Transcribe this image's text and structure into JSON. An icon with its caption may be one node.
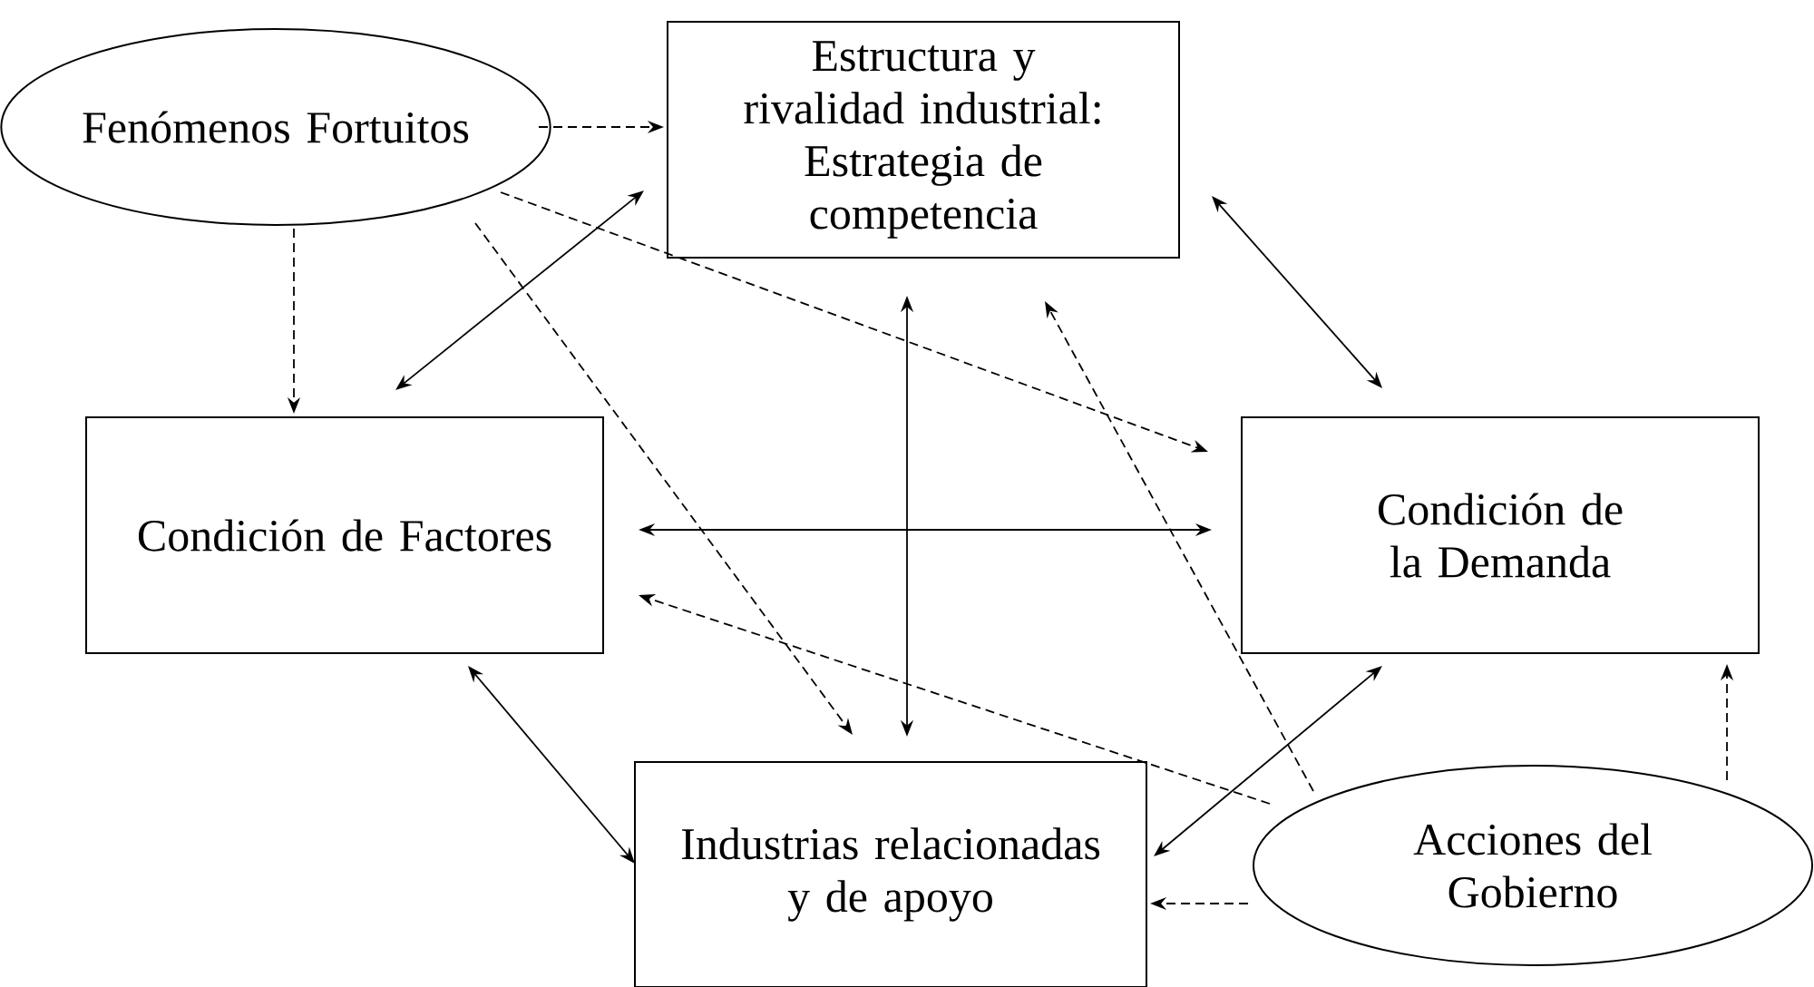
{
  "diagram": {
    "nodes": [
      {
        "text": [
          "Fenómenos Fortuitos"
        ]
      },
      {
        "text": [
          "Estructura y rivalidad industrial:",
          "Estrategia de competencia"
        ]
      },
      {
        "text": [
          "Condición de Factores"
        ]
      },
      {
        "text": [
          "Condición de la Demanda"
        ]
      },
      {
        "text": [
          "Industrias relacionadas y de apoyo"
        ]
      },
      {
        "text": [
          "Acciones del Gobierno"
        ]
      }
    ],
    "edges": [
      {
        "from": 0,
        "to": 1,
        "arrow": "to",
        "style": "dashed"
      },
      {
        "from": 0,
        "to": 2,
        "arrow": "to",
        "style": "dashed"
      },
      {
        "from": 0,
        "to": 3,
        "arrow": "to",
        "style": "dashed"
      },
      {
        "from": 0,
        "to": 4,
        "arrow": "to",
        "style": "dashed"
      },
      {
        "from": 1,
        "to": 2,
        "arrow": "both"
      },
      {
        "from": 1,
        "to": 3,
        "arrow": "both"
      },
      {
        "from": 1,
        "to": 4,
        "arrow": "both"
      },
      {
        "from": 2,
        "to": 3,
        "arrow": "both"
      },
      {
        "from": 2,
        "to": 4,
        "arrow": "both"
      },
      {
        "from": 3,
        "to": 4,
        "arrow": "both"
      },
      {
        "from": 5,
        "to": 1,
        "arrow": "to",
        "style": "dashed"
      },
      {
        "from": 5,
        "to": 2,
        "arrow": "to",
        "style": "dashed"
      },
      {
        "from": 5,
        "to": 3,
        "arrow": "to",
        "style": "dashed"
      },
      {
        "from": 5,
        "to": 4,
        "arrow": "to",
        "style": "dashed"
      }
    ]
  }
}
